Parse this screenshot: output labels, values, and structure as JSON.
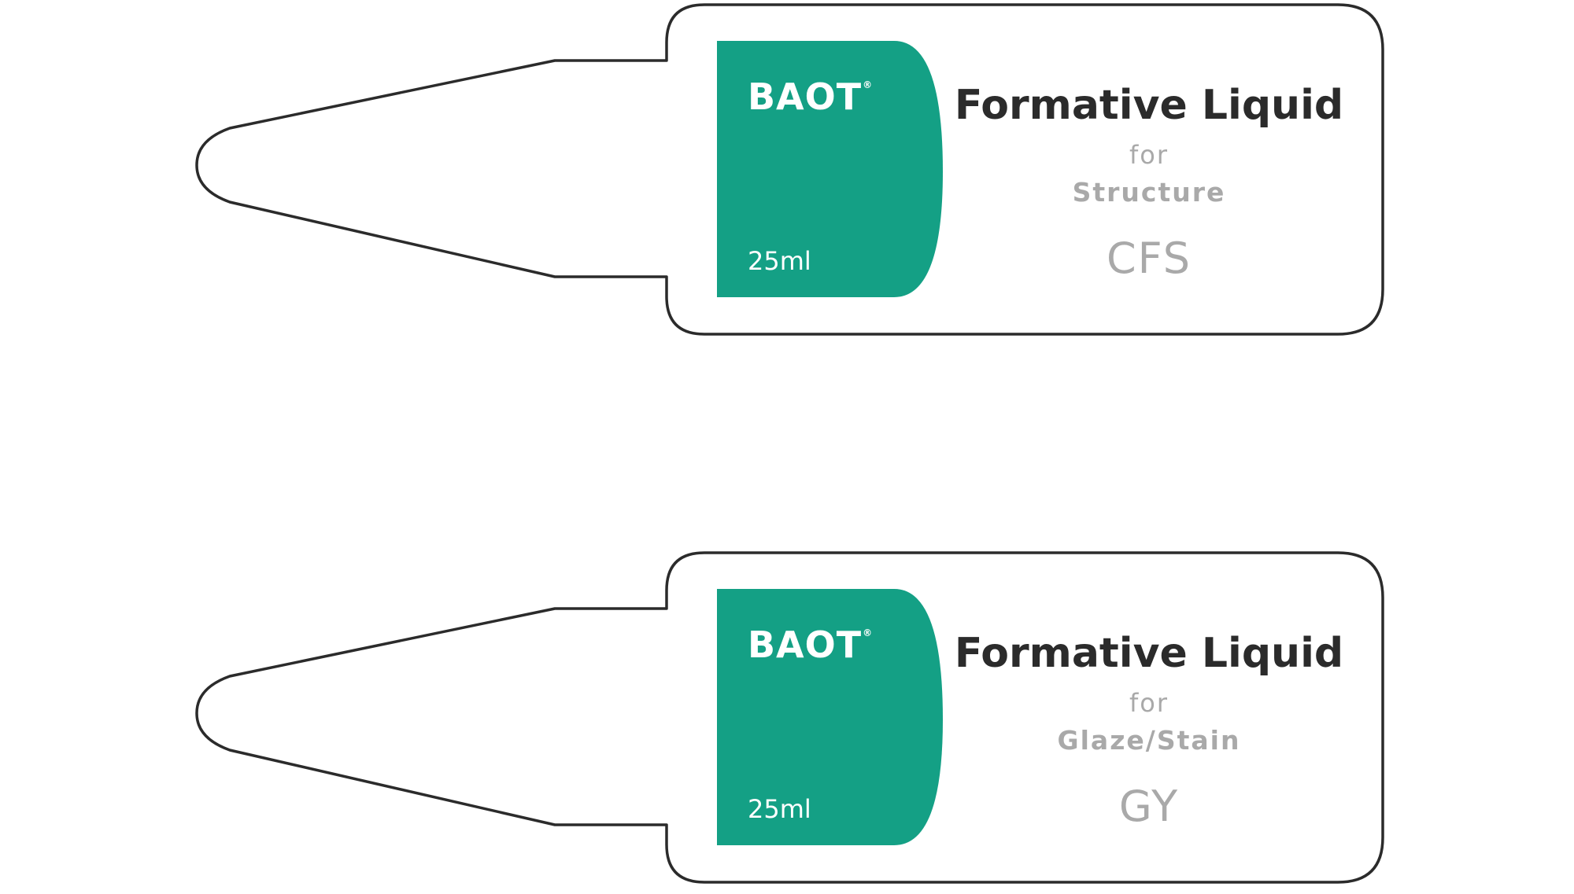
{
  "colors": {
    "brand_green": "#14a085",
    "outline": "#2b2b2b",
    "title_text": "#2b2b2b",
    "muted_text": "#a9a9a9"
  },
  "labels": [
    {
      "brand": "BAOT",
      "brand_mark": "®",
      "volume": "25ml",
      "product_name": "Formative Liquid",
      "for_text": "for",
      "purpose": "Structure",
      "code": "CFS"
    },
    {
      "brand": "BAOT",
      "brand_mark": "®",
      "volume": "25ml",
      "product_name": "Formative Liquid",
      "for_text": "for",
      "purpose": "Glaze/Stain",
      "code": "GY"
    }
  ]
}
